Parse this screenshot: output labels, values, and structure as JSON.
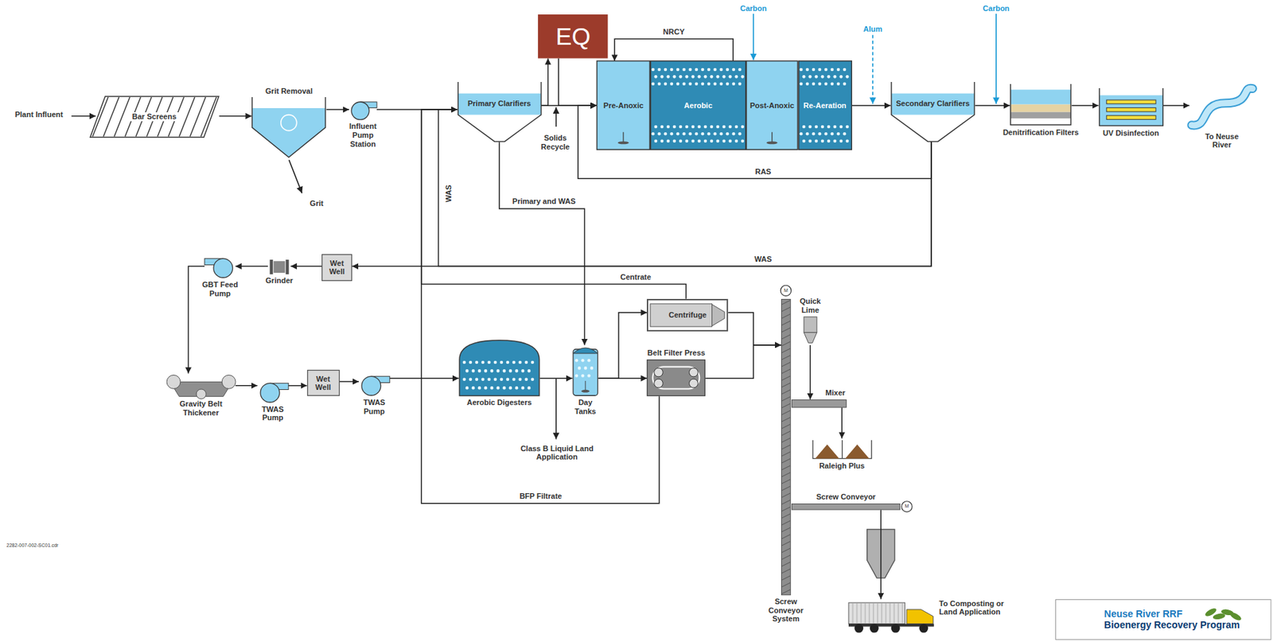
{
  "diagram": {
    "nodes": [
      {
        "text": [
          "Bar Screens"
        ]
      },
      {
        "text": [
          "Grit Removal"
        ]
      },
      {
        "text": [
          "Influent Pump Station"
        ]
      },
      {
        "text": [
          "Primary Clarifiers"
        ]
      },
      {
        "text": [
          "EQ"
        ]
      },
      {
        "text": [
          "Pre-Anoxic"
        ]
      },
      {
        "text": [
          "Aerobic"
        ]
      },
      {
        "text": [
          "Post-Anoxic"
        ]
      },
      {
        "text": [
          "Re-Aeration"
        ]
      },
      {
        "text": [
          "Secondary Clarifiers"
        ]
      },
      {
        "text": [
          "Denitrification Filters"
        ]
      },
      {
        "text": [
          "UV Disinfection"
        ]
      },
      {
        "text": [
          "To Neuse River"
        ]
      },
      {
        "text": [
          "Wet Well"
        ]
      },
      {
        "text": [
          "Grinder"
        ]
      },
      {
        "text": [
          "GBT Feed Pump"
        ]
      },
      {
        "text": [
          "Gravity Belt Thickener"
        ]
      },
      {
        "text": [
          "TWAS Pump"
        ]
      },
      {
        "text": [
          "Wet Well"
        ]
      },
      {
        "text": [
          "TWAS Pump"
        ]
      },
      {
        "text": [
          "Aerobic Digesters"
        ]
      },
      {
        "text": [
          "Day Tanks"
        ]
      },
      {
        "text": [
          "Centrifuge"
        ]
      },
      {
        "text": [
          "Belt Filter Press"
        ]
      },
      {
        "text": [
          "Quick Lime"
        ]
      },
      {
        "text": [
          "Mixer"
        ]
      },
      {
        "text": [
          "Raleigh Plus"
        ]
      },
      {
        "text": [
          "Screw Conveyor"
        ]
      },
      {
        "text": [
          "Screw Conveyor System"
        ]
      },
      {
        "text": [
          "To Composting or Land Application"
        ]
      },
      {
        "text": [
          "Neuse River RRF",
          "Bioenergy Recovery Program"
        ]
      }
    ],
    "edges": [
      {
        "from": 0,
        "to": 1,
        "arrow": "to"
      },
      {
        "from": 1,
        "to": 2,
        "arrow": "to"
      },
      {
        "from": 2,
        "to": 3,
        "arrow": "to"
      },
      {
        "from": 3,
        "to": 4,
        "arrow": "to"
      },
      {
        "from": 4,
        "to": 5,
        "arrow": "to"
      },
      {
        "from": 3,
        "to": 5,
        "arrow": "to"
      },
      {
        "from": 6,
        "to": 5,
        "label": "NRCY",
        "arrow": "to"
      },
      {
        "from": 8,
        "to": 9,
        "arrow": "to"
      },
      {
        "from": 9,
        "to": 10,
        "arrow": "to"
      },
      {
        "from": 10,
        "to": 11,
        "arrow": "to"
      },
      {
        "from": 11,
        "to": 12,
        "arrow": "to"
      },
      {
        "from": 9,
        "to": 5,
        "label": "RAS",
        "arrow": "to"
      },
      {
        "from": 9,
        "to": 13,
        "label": "WAS",
        "arrow": "to"
      },
      {
        "from": 9,
        "to": 3,
        "label": "WAS",
        "arrow": "to"
      },
      {
        "from": 3,
        "to": 21,
        "label": "Primary and WAS",
        "arrow": "to"
      },
      {
        "from": 13,
        "to": 14,
        "arrow": "to"
      },
      {
        "from": 14,
        "to": 15,
        "arrow": "to"
      },
      {
        "from": 15,
        "to": 16,
        "arrow": "to"
      },
      {
        "from": 16,
        "to": 17,
        "arrow": "to"
      },
      {
        "from": 17,
        "to": 18,
        "arrow": "to"
      },
      {
        "from": 18,
        "to": 19,
        "arrow": "to"
      },
      {
        "from": 19,
        "to": 20,
        "arrow": "to"
      },
      {
        "from": 20,
        "to": 21,
        "arrow": "to"
      },
      {
        "from": 21,
        "to": 22,
        "arrow": "to"
      },
      {
        "from": 21,
        "to": 23,
        "arrow": "to"
      },
      {
        "from": 22,
        "to": 28,
        "arrow": "to"
      },
      {
        "from": 23,
        "to": 28,
        "arrow": "to"
      },
      {
        "from": 22,
        "to": 3,
        "label": "Centrate",
        "arrow": "to"
      },
      {
        "from": 23,
        "to": 3,
        "label": "BFP Filtrate",
        "arrow": "to"
      },
      {
        "from": 24,
        "to": 25,
        "arrow": "to"
      },
      {
        "from": 25,
        "to": 26,
        "arrow": "to"
      },
      {
        "from": 27,
        "to": 29,
        "arrow": "to"
      }
    ],
    "labels": [
      "Plant Influent",
      "Grit",
      "Carbon",
      "Alum",
      "Carbon",
      "Solids Recycle",
      "Class B Liquid Land Application",
      "2282-007-002-SC01.cdr",
      "M",
      "M"
    ]
  }
}
